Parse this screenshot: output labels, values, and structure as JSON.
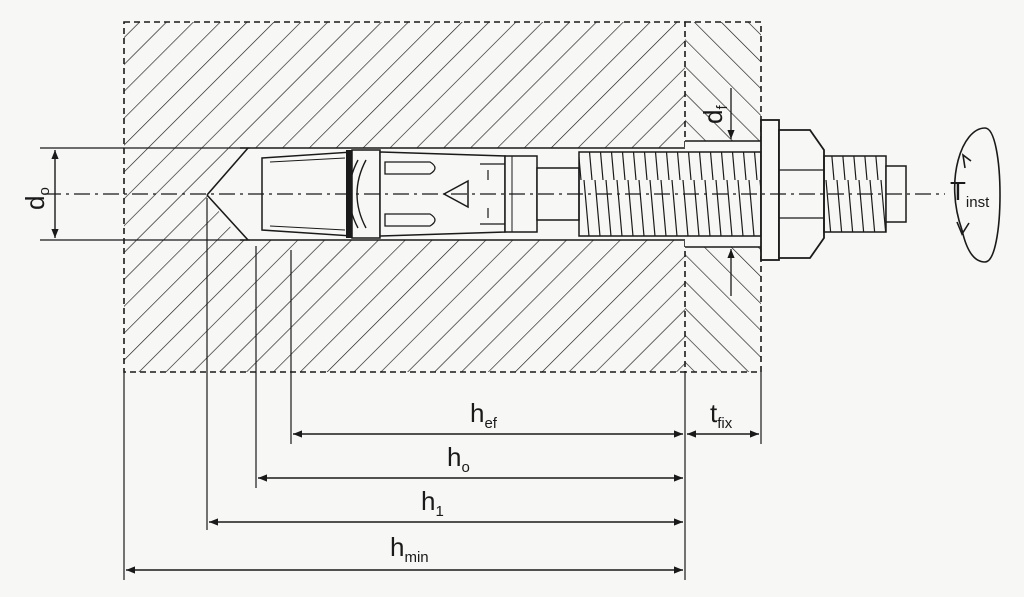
{
  "colors": {
    "background": "#f7f7f5",
    "line": "#1a1a1a",
    "steel": "#e6e6e6"
  },
  "labels": {
    "d0": {
      "main": "d",
      "sub": "o"
    },
    "df": {
      "main": "d",
      "sub": "f"
    },
    "tinst": {
      "main": "T",
      "sub": "inst"
    },
    "hef": {
      "main": "h",
      "sub": "ef"
    },
    "tfix": {
      "main": "t",
      "sub": "fix"
    },
    "h0": {
      "main": "h",
      "sub": "o"
    },
    "h1": {
      "main": "h",
      "sub": "1"
    },
    "hmin": {
      "main": "h",
      "sub": "min"
    }
  }
}
